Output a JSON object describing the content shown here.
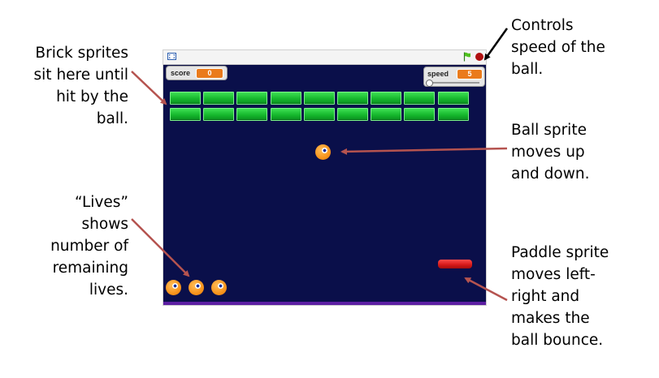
{
  "annotations": {
    "bricks": [
      "Brick sprites",
      "sit here until",
      "hit by the",
      "ball."
    ],
    "lives": [
      "“Lives”",
      "shows",
      "number of",
      "remaining",
      "lives."
    ],
    "speed": [
      "Controls",
      "speed of the",
      "ball."
    ],
    "ball": [
      "Ball sprite",
      "moves up",
      "and down."
    ],
    "paddle": [
      "Paddle sprite",
      "moves left-",
      "right and",
      "makes the",
      "ball bounce."
    ]
  },
  "stage": {
    "score_monitor": {
      "label": "score",
      "value": "0"
    },
    "speed_monitor": {
      "label": "speed",
      "value": "5",
      "slider_fraction": 0.0
    },
    "brick_rows": 2,
    "brick_columns": 9,
    "lives_remaining": 3,
    "icons": {
      "presentation_mode": "presentation-mode-icon",
      "green_flag": "green-flag-icon",
      "stop": "stop-icon"
    },
    "colors": {
      "stage_background": "#0a0f4a",
      "brick": "#16b82d",
      "ball": "#f7941d",
      "paddle": "#d41818",
      "monitor_value": "#ea7b1c",
      "arrow": "#b5534f"
    }
  }
}
